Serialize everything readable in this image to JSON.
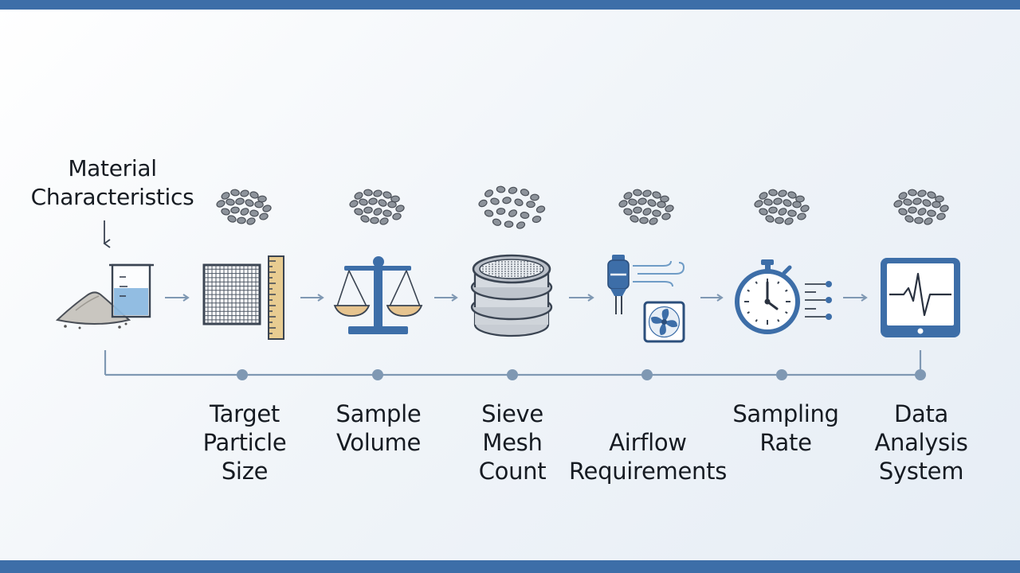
{
  "input_label": "Material\nCharacteristics",
  "steps": [
    {
      "id": "target-particle-size",
      "label": "Target\nParticle\nSize",
      "icon": "grid-ruler-icon"
    },
    {
      "id": "sample-volume",
      "label": "Sample\nVolume",
      "icon": "balance-scale-icon"
    },
    {
      "id": "sieve-mesh-count",
      "label": "Sieve\nMesh\nCount",
      "icon": "sieve-stack-icon"
    },
    {
      "id": "airflow-requirements",
      "label": "Airflow\nRequirements",
      "icon": "fan-airflow-icon"
    },
    {
      "id": "sampling-rate",
      "label": "Sampling\nRate",
      "icon": "stopwatch-icon"
    },
    {
      "id": "data-analysis-system",
      "label": "Data\nAnalysis\nSystem",
      "icon": "monitor-waveform-icon"
    }
  ],
  "colors": {
    "accent": "#3d6ea8",
    "line": "#7f98b3",
    "node": "#7f98b3",
    "granule": "#8d939b",
    "outline": "#3a4452",
    "liquid": "#7fb2dd",
    "wood": "#e8cc91",
    "pan": "#e6c48f"
  }
}
